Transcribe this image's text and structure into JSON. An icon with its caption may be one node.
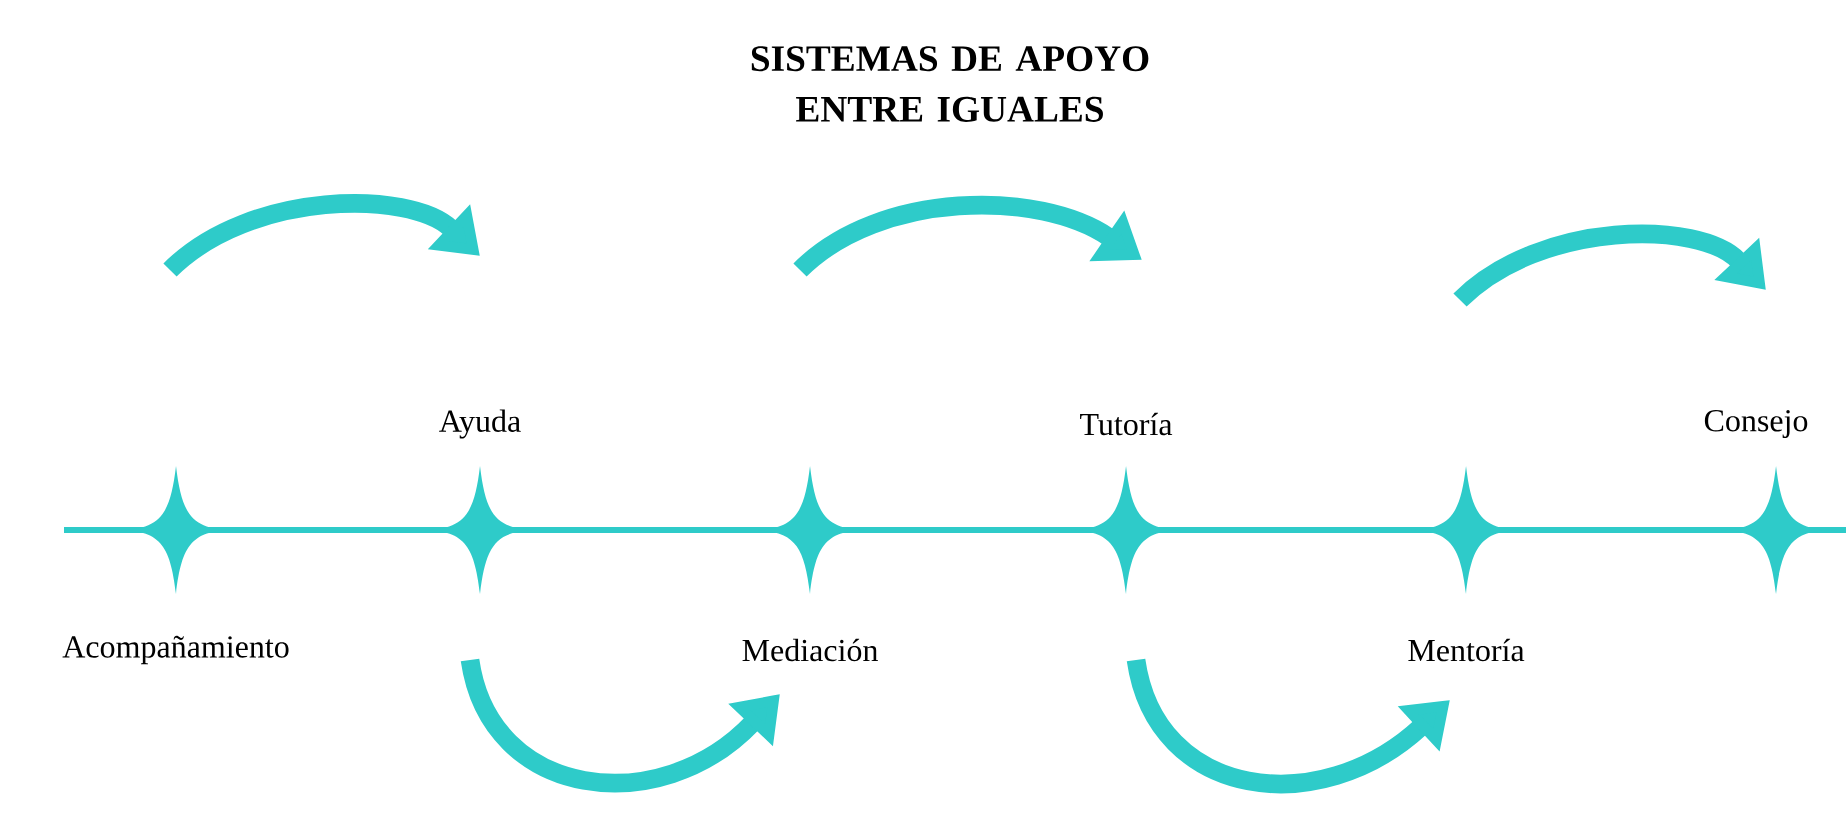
{
  "diagram": {
    "title": "SISTEMAS DE APOYO ENTRE IGUALES",
    "nodes": [
      {
        "text": [
          "Acompañamiento"
        ]
      },
      {
        "text": [
          "Ayuda"
        ]
      },
      {
        "text": [
          "Mediación"
        ]
      },
      {
        "text": [
          "Tutoría"
        ]
      },
      {
        "text": [
          "Mentoría"
        ]
      },
      {
        "text": [
          "Consejo"
        ]
      }
    ]
  }
}
